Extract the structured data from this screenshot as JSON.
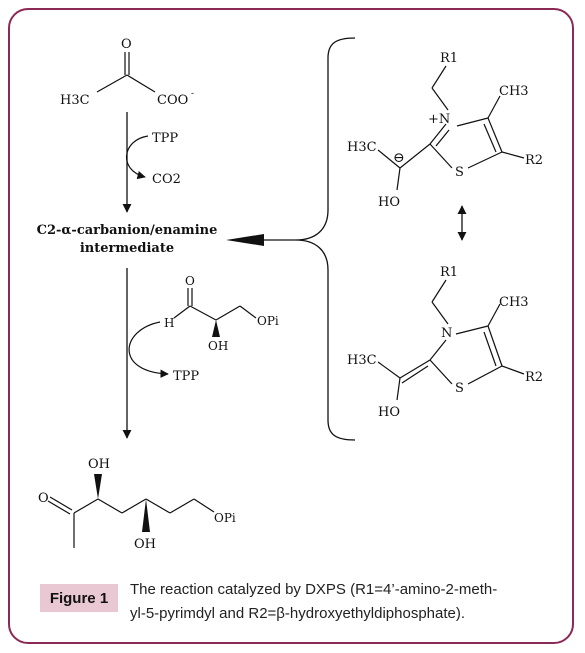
{
  "figure": {
    "label": "Figure 1",
    "caption_line1": "The reaction catalyzed by DXPS (R1=4’-amino-2-meth-",
    "caption_line2": "yl-5-pyrimdyl and R2=β-hydroxyethyldiphosphate)."
  },
  "left_scheme": {
    "pyruvate": {
      "o_top": "O",
      "h3c": "H3C",
      "coo": "COO"
    },
    "step1": {
      "tpp": "TPP",
      "co2": "CO2"
    },
    "intermediate": {
      "line1": "C2-α-carbanion/enamine",
      "line2": "intermediate"
    },
    "g3p": {
      "h": "H",
      "o": "O",
      "oh": "OH",
      "opi": "OPi"
    },
    "step2": {
      "tpp": "TPP"
    },
    "product": {
      "o": "O",
      "oh_top": "OH",
      "oh_bottom": "OH",
      "opi": "OPi"
    }
  },
  "right_scheme": {
    "carbanion": {
      "r1": "R1",
      "n_plus": "+N",
      "ch3": "CH3",
      "h3c": "H3C",
      "s": "S",
      "r2": "R2",
      "ho": "HO",
      "minus": "⊖"
    },
    "enamine": {
      "r1": "R1",
      "n": "N",
      "ch3": "CH3",
      "h3c": "H3C",
      "s": "S",
      "r2": "R2",
      "ho": "HO"
    }
  }
}
